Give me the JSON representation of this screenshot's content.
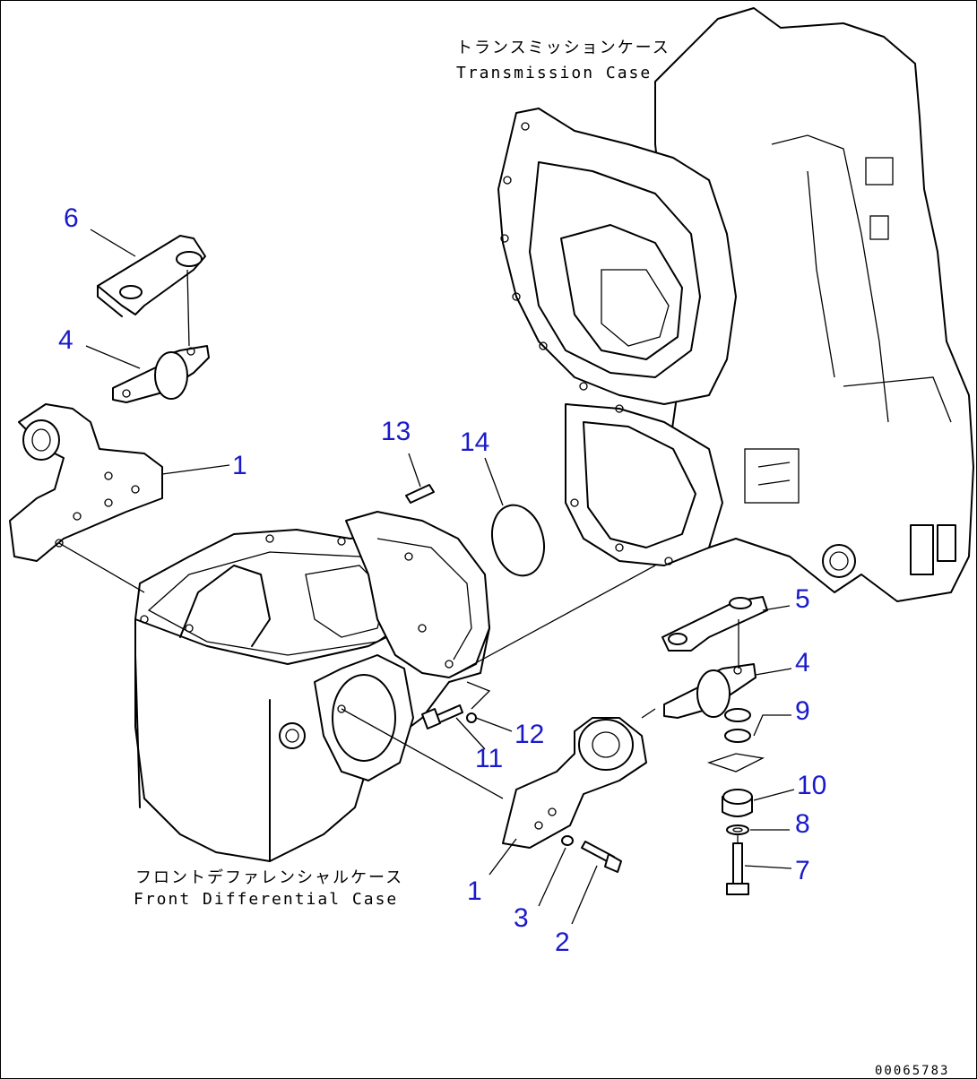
{
  "labels": {
    "transmission_case_jp": "トランスミッションケース",
    "transmission_case_en": "Transmission Case",
    "front_diff_case_jp": "フロントデファレンシャルケース",
    "front_diff_case_en": "Front Differential Case"
  },
  "callouts": {
    "c6": "6",
    "c4_left": "4",
    "c1_left": "1",
    "c13": "13",
    "c14": "14",
    "c5": "5",
    "c4_right": "4",
    "c9": "9",
    "c12": "12",
    "c11": "11",
    "c10": "10",
    "c8": "8",
    "c7": "7",
    "c1_bottom": "1",
    "c3": "3",
    "c2": "2"
  },
  "document_id": "00065783",
  "colors": {
    "callout": "#1a1acc",
    "line": "#000000"
  }
}
